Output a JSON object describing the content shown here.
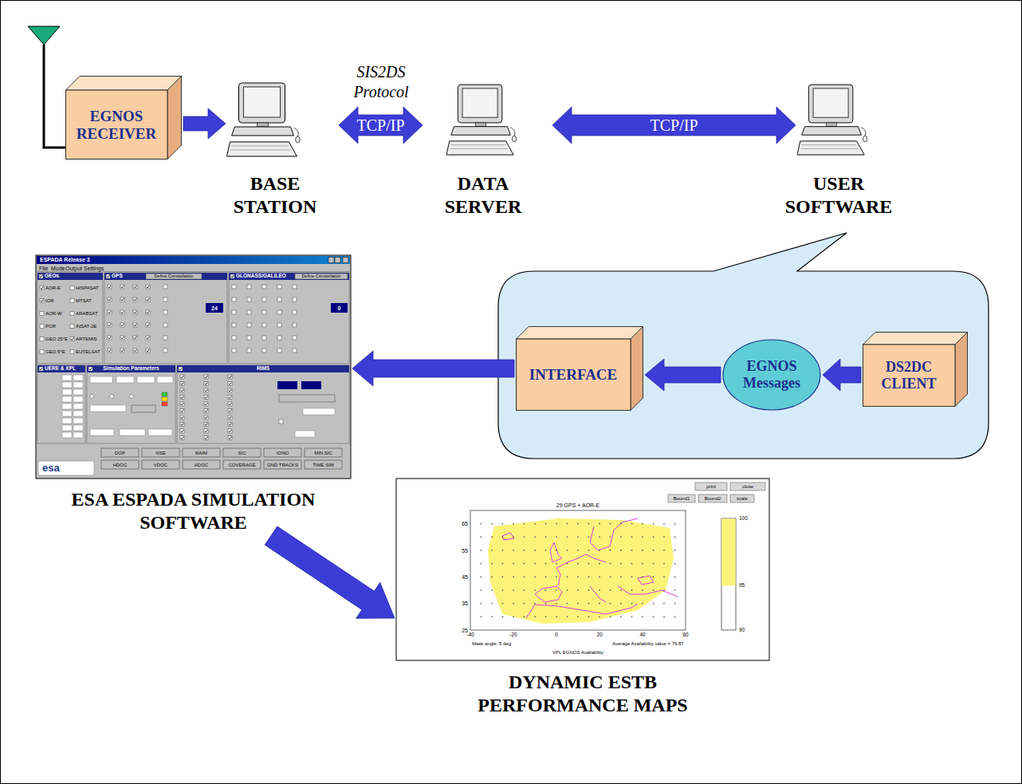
{
  "diagram": {
    "nodes": [
      {
        "text": [
          "EGNOS RECEIVER"
        ]
      },
      {
        "text": [
          "BASE STATION"
        ]
      },
      {
        "text": [
          "DATA SERVER"
        ]
      },
      {
        "text": [
          "USER SOFTWARE"
        ]
      },
      {
        "text": [
          "INTERFACE"
        ]
      },
      {
        "text": [
          "EGNOS Messages"
        ]
      },
      {
        "text": [
          "DS2DC CLIENT"
        ]
      },
      {
        "text": [
          "ESA ESPADA SIMULATION SOFTWARE"
        ]
      },
      {
        "text": [
          "DYNAMIC ESTB PERFORMANCE MAPS"
        ]
      }
    ],
    "edges": [
      {
        "from": 0,
        "to": 1,
        "arrow": "to"
      },
      {
        "from": 1,
        "to": 2,
        "label": "TCP/IP",
        "arrow": "both"
      },
      {
        "from": 2,
        "to": 3,
        "label": "TCP/IP",
        "arrow": "both"
      },
      {
        "from": 6,
        "to": 5,
        "arrow": "to"
      },
      {
        "from": 5,
        "to": 4,
        "arrow": "to"
      },
      {
        "from": 4,
        "to": 7,
        "arrow": "to"
      },
      {
        "from": 7,
        "to": 8,
        "arrow": "to"
      }
    ],
    "labels": [
      "SIS2DS Protocol",
      "ESPADA Release 3",
      "File",
      "Mode",
      "Output Settings",
      "GEOs",
      "GPS",
      "Define Constellation",
      "GLONASS/GALILEO",
      "Define Constellation",
      "AOR-E",
      "HISPASAT",
      "IOR",
      "MTSAT",
      "AOR-W",
      "ARABSAT",
      "POR",
      "INSAT-2E",
      "GEO 25°E",
      "ARTEMIS",
      "GEO 5°E",
      "EUTELSAT",
      "24",
      "0",
      "UERE & XPL",
      "Simulation Parameters",
      "RIMS",
      "DOP",
      "NSE",
      "RAIM",
      "SIC",
      "IONO",
      "MIN SIC",
      "HDOC",
      "VDOC",
      "ADOC",
      "COVERAGE",
      "GND TRACKS",
      "TIME SIM",
      "esa",
      "print",
      "close",
      "Bound1",
      "Bound2",
      "scale",
      "29 GPS + AOR-E",
      "65",
      "55",
      "45",
      "35",
      "25",
      "-40",
      "-20",
      "0",
      "20",
      "40",
      "60",
      "100",
      "95",
      "90",
      "Mask angle: 5 deg",
      "Average Availability value = 79.87",
      "VPL EGNOS Availability"
    ]
  }
}
